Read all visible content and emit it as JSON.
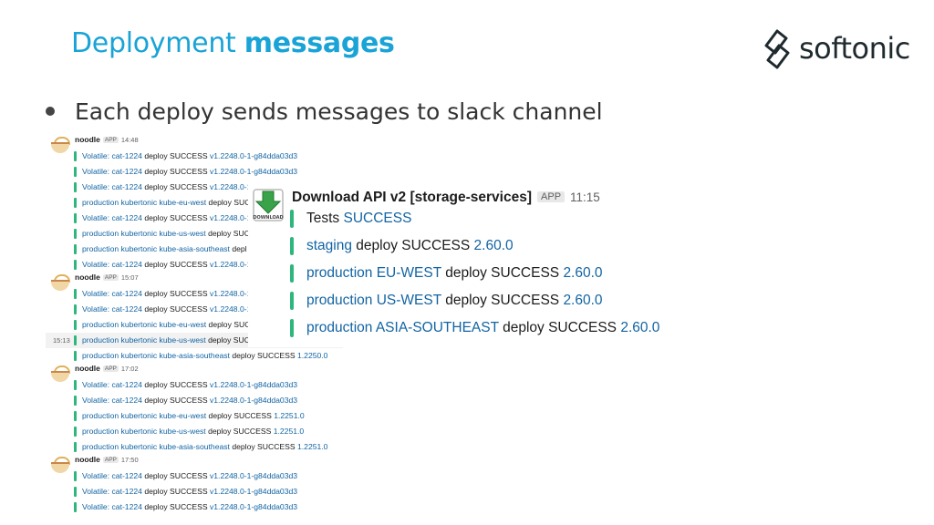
{
  "slide": {
    "title_light": "Deployment",
    "title_bold": "messages",
    "bullet": "Each deploy sends messages to slack channel"
  },
  "logo": {
    "text": "softonic"
  },
  "slack_log": {
    "groups": [
      {
        "name": "noodle",
        "badge": "APP",
        "time": "14:48",
        "messages": [
          {
            "link": "Volatile: cat-1224",
            "text": "deploy SUCCESS",
            "version": "v1.2248.0-1-g84dda03d3"
          },
          {
            "link": "Volatile: cat-1224",
            "text": "deploy SUCCESS",
            "version": "v1.2248.0-1-g84dda03d3"
          },
          {
            "link": "Volatile: cat-1224",
            "text": "deploy SUCCESS",
            "version": "v1.2248.0-1"
          },
          {
            "link": "production kubertonic kube-eu-west",
            "text": "deploy SUC",
            "version": ""
          },
          {
            "link": "Volatile: cat-1224",
            "text": "deploy SUCCESS",
            "version": "v1.2248.0-1"
          },
          {
            "link": "production kubertonic kube-us-west",
            "text": "deploy SUC",
            "version": ""
          },
          {
            "link": "production kubertonic kube-asia-southeast",
            "text": "depl",
            "version": ""
          },
          {
            "link": "Volatile: cat-1224",
            "text": "deploy SUCCESS",
            "version": "v1.2248.0-1"
          }
        ]
      },
      {
        "name": "noodle",
        "badge": "APP",
        "time": "15:07",
        "messages": [
          {
            "link": "Volatile: cat-1224",
            "text": "deploy SUCCESS",
            "version": "v1.2248.0-1"
          },
          {
            "link": "Volatile: cat-1224",
            "text": "deploy SUCCESS",
            "version": "v1.2248.0-1"
          },
          {
            "link": "production kubertonic kube-eu-west",
            "text": "deploy SUC",
            "version": ""
          },
          {
            "link": "production kubertonic kube-us-west",
            "text": "deploy SUC",
            "version": "",
            "ts": "15:13"
          },
          {
            "link": "production kubertonic kube-asia-southeast",
            "text": "deploy SUCCESS",
            "version": "1.2250.0"
          }
        ]
      },
      {
        "name": "noodle",
        "badge": "APP",
        "time": "17:02",
        "messages": [
          {
            "link": "Volatile: cat-1224",
            "text": "deploy SUCCESS",
            "version": "v1.2248.0-1-g84dda03d3"
          },
          {
            "link": "Volatile: cat-1224",
            "text": "deploy SUCCESS",
            "version": "v1.2248.0-1-g84dda03d3"
          },
          {
            "link": "production kubertonic kube-eu-west",
            "text": "deploy SUCCESS",
            "version": "1.2251.0"
          },
          {
            "link": "production kubertonic kube-us-west",
            "text": "deploy SUCCESS",
            "version": "1.2251.0"
          },
          {
            "link": "production kubertonic kube-asia-southeast",
            "text": "deploy SUCCESS",
            "version": "1.2251.0"
          }
        ]
      },
      {
        "name": "noodle",
        "badge": "APP",
        "time": "17:50",
        "messages": [
          {
            "link": "Volatile: cat-1224",
            "text": "deploy SUCCESS",
            "version": "v1.2248.0-1-g84dda03d3"
          },
          {
            "link": "Volatile: cat-1224",
            "text": "deploy SUCCESS",
            "version": "v1.2248.0-1-g84dda03d3"
          },
          {
            "link": "Volatile: cat-1224",
            "text": "deploy SUCCESS",
            "version": "v1.2248.0-1-g84dda03d3"
          }
        ]
      }
    ]
  },
  "zoom_card": {
    "name": "Download API v2 [storage-services]",
    "badge": "APP",
    "time": "11:15",
    "icon_caption": "DOWNLOAD",
    "messages": [
      {
        "prefix": "Tests",
        "link": "",
        "text": "",
        "status": "SUCCESS"
      },
      {
        "prefix": "",
        "link": "staging",
        "text": "deploy SUCCESS",
        "version": "2.60.0"
      },
      {
        "prefix": "",
        "link": "production EU-WEST",
        "text": "deploy SUCCESS",
        "version": "2.60.0"
      },
      {
        "prefix": "",
        "link": "production US-WEST",
        "text": "deploy SUCCESS",
        "version": "2.60.0"
      },
      {
        "prefix": "",
        "link": "production ASIA-SOUTHEAST",
        "text": "deploy SUCCESS",
        "version": "2.60.0"
      }
    ]
  },
  "colors": {
    "title": "#1aa3d6",
    "link": "#1264a3",
    "bar": "#2eb67d",
    "logo": "#1e2a2e"
  }
}
